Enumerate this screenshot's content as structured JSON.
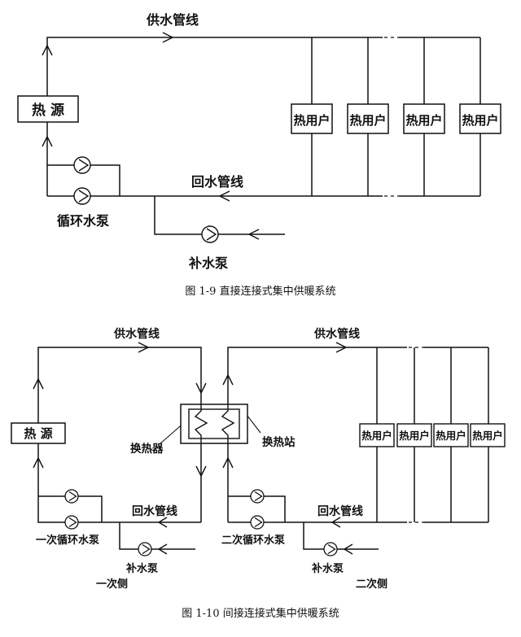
{
  "fig1": {
    "supply_line": "供水管线",
    "return_line": "回水管线",
    "heat_source": "热 源",
    "users": [
      "热用户",
      "热用户",
      "热用户",
      "热用户"
    ],
    "circ_pump": "循环水泵",
    "makeup_pump": "补水泵",
    "caption": "图 1-9  直接连接式集中供暖系统"
  },
  "fig2": {
    "supply_line_left": "供水管线",
    "supply_line_right": "供水管线",
    "return_line_left": "回水管线",
    "return_line_right": "回水管线",
    "heat_source": "热 源",
    "exchanger": "换热器",
    "station": "换热站",
    "users": [
      "热用户",
      "热用户",
      "热用户",
      "热用户"
    ],
    "primary_pump": "一次循环水泵",
    "secondary_pump": "二次循环水泵",
    "makeup_pump_left": "补水泵",
    "makeup_pump_right": "补水泵",
    "primary_side": "一次侧",
    "secondary_side": "二次侧",
    "caption": "图 1-10  间接连接式集中供暖系统"
  },
  "colors": {
    "line": "#111111",
    "background": "#ffffff"
  }
}
